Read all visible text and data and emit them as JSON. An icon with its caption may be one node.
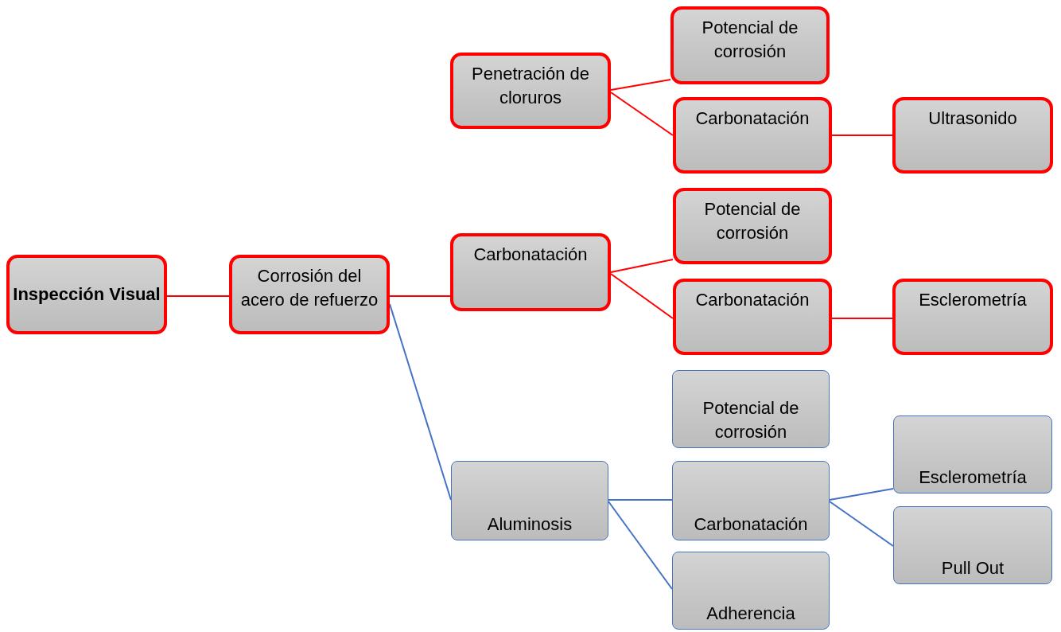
{
  "diagram": {
    "nodes": [
      {
        "text": [
          "Inspección Visual"
        ]
      },
      {
        "text": [
          "Corrosión del acero de refuerzo"
        ]
      },
      {
        "text": [
          "Penetración de cloruros"
        ]
      },
      {
        "text": [
          "Carbonatación"
        ]
      },
      {
        "text": [
          "Potencial de corrosión"
        ]
      },
      {
        "text": [
          "Carbonatación"
        ]
      },
      {
        "text": [
          "Ultrasonido"
        ]
      },
      {
        "text": [
          "Potencial de corrosión"
        ]
      },
      {
        "text": [
          "Carbonatación"
        ]
      },
      {
        "text": [
          "Esclerometría"
        ]
      },
      {
        "text": [
          "Aluminosis"
        ]
      },
      {
        "text": [
          "Potencial de corrosión"
        ]
      },
      {
        "text": [
          "Carbonatación"
        ]
      },
      {
        "text": [
          "Adherencia"
        ]
      },
      {
        "text": [
          "Esclerometría"
        ]
      },
      {
        "text": [
          "Pull Out"
        ]
      }
    ],
    "edges": [
      {
        "from": 0,
        "to": 1,
        "arrow": "none"
      },
      {
        "from": 1,
        "to": 3,
        "arrow": "none"
      },
      {
        "from": 1,
        "to": 10,
        "arrow": "none",
        "color": "#4472c4"
      },
      {
        "from": 2,
        "to": 4,
        "arrow": "none"
      },
      {
        "from": 2,
        "to": 5,
        "arrow": "none"
      },
      {
        "from": 5,
        "to": 6,
        "arrow": "none"
      },
      {
        "from": 3,
        "to": 7,
        "arrow": "none"
      },
      {
        "from": 3,
        "to": 8,
        "arrow": "none"
      },
      {
        "from": 8,
        "to": 9,
        "arrow": "none"
      },
      {
        "from": 10,
        "to": 12,
        "arrow": "none",
        "color": "#4472c4"
      },
      {
        "from": 10,
        "to": 13,
        "arrow": "none",
        "color": "#4472c4"
      },
      {
        "from": 12,
        "to": 14,
        "arrow": "none",
        "color": "#4472c4"
      },
      {
        "from": 12,
        "to": 15,
        "arrow": "none",
        "color": "#4472c4"
      }
    ]
  }
}
